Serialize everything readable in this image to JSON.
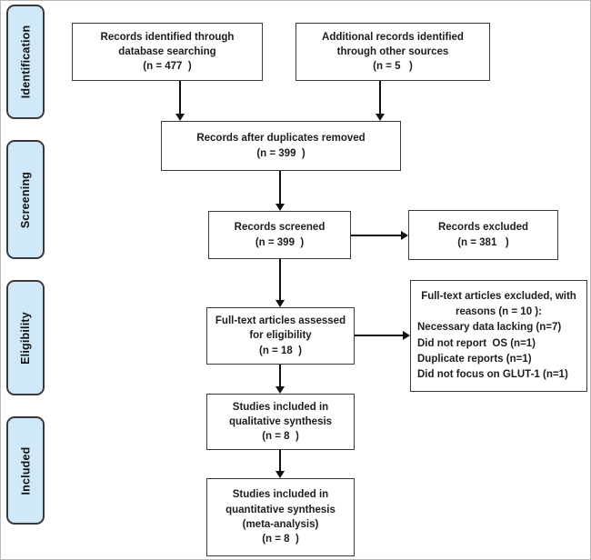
{
  "sidebar": {
    "items": [
      {
        "label": "Identification"
      },
      {
        "label": "Screening"
      },
      {
        "label": "Eligibility"
      },
      {
        "label": "Included"
      }
    ]
  },
  "boxes": {
    "identified": {
      "text": "Records identified through\ndatabase searching\n(n = 477  )"
    },
    "additional": {
      "text": "Additional records identified\nthrough other sources\n(n = 5   )"
    },
    "duplicates": {
      "text": "Records after duplicates removed\n(n = 399  )"
    },
    "screened": {
      "text": "Records screened\n(n = 399  )"
    },
    "excluded": {
      "text": "Records excluded\n(n = 381   )"
    },
    "assessed": {
      "text": "Full-text articles assessed\nfor eligibility\n(n = 18  )"
    },
    "ft_excluded": {
      "header": "Full-text articles excluded, with\nreasons (n = 10 ):",
      "reasons": "Necessary data lacking (n=7)\nDid not report  OS (n=1)\nDuplicate reports (n=1)\nDid not focus on GLUT-1 (n=1)"
    },
    "qualitative": {
      "text": "Studies included in\nqualitative synthesis\n(n = 8  )"
    },
    "quantitative": {
      "text": "Studies included in\nquantitative synthesis\n(meta-analysis)\n(n = 8  )"
    }
  },
  "colors": {
    "stage_tab_fill": "#cfe9fa",
    "box_border": "#3a3a3a",
    "text": "#1d1d1d",
    "arrow": "#111111"
  }
}
